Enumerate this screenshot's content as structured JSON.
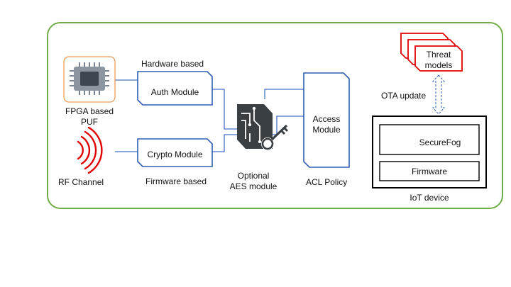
{
  "labels": {
    "fpga": "FPGA based\nPUF",
    "rf": "RF Channel",
    "hardware_based": "Hardware based",
    "auth_module": "Auth Module",
    "crypto_module": "Crypto Module",
    "firmware_based": "Firmware based",
    "aes": "Optional\nAES module",
    "access_module": "Access\nModule",
    "acl_policy": "ACL Policy",
    "threat_models": "Threat\nmodels",
    "ota_update": "OTA update",
    "securefog": "SecureFog",
    "firmware": "Firmware",
    "iot_device": "IoT device"
  },
  "colors": {
    "frame": "#70ad47",
    "module_border": "#2f5fb3",
    "connector": "#4472c4",
    "threat_red": "#e00000",
    "dark_icon": "#3a3f44",
    "chip_orange": "#ed9c58",
    "black": "#000000"
  },
  "icons": [
    "fpga-chip-icon",
    "rf-waves-icon",
    "circuit-key-icon"
  ]
}
